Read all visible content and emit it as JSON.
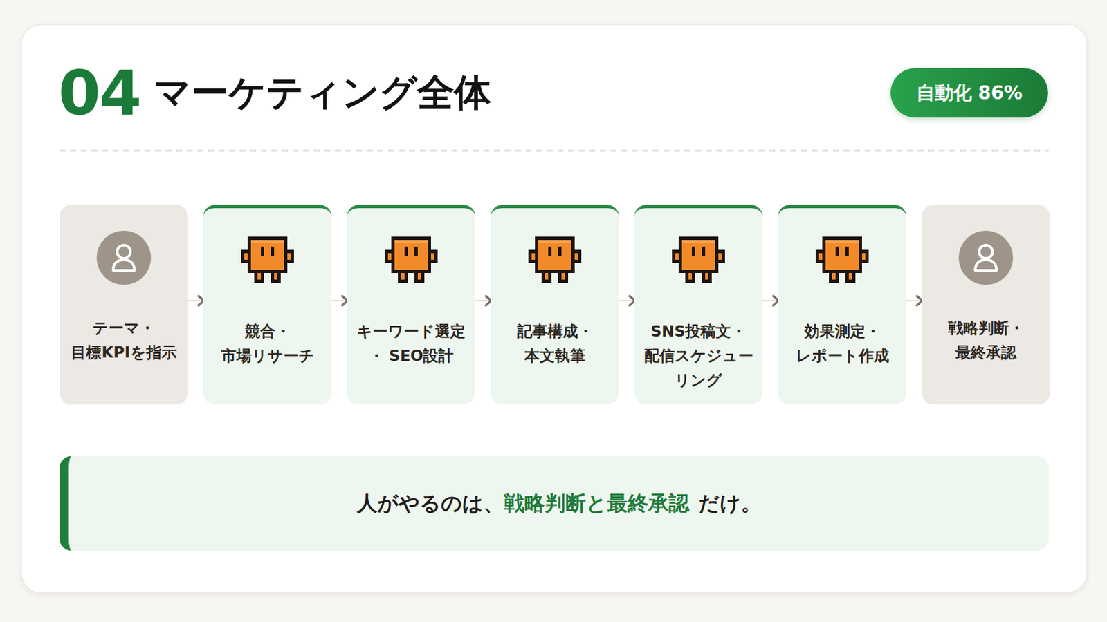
{
  "diagram": {
    "title": "マーケティング全体",
    "nodes": [
      {
        "text": [
          "自動化 86%"
        ]
      },
      {
        "text": [
          "テーマ・ 目標KPIを指示"
        ]
      },
      {
        "text": [
          "競合・ 市場リサーチ"
        ]
      },
      {
        "text": [
          "キーワード選定・ SEO設計"
        ]
      },
      {
        "text": [
          "記事構成・ 本文執筆"
        ]
      },
      {
        "text": [
          "SNS投稿文・ 配信スケジューリング"
        ]
      },
      {
        "text": [
          "効果測定・ レポート作成"
        ]
      },
      {
        "text": [
          "戦略判断・ 最終承認"
        ]
      },
      {
        "text": [
          "人がやるのは、",
          "戦略判断と最終承認",
          "だけ。"
        ]
      }
    ],
    "edges": [
      {
        "from": 1,
        "to": 2,
        "arrow": "to"
      },
      {
        "from": 2,
        "to": 3,
        "arrow": "to"
      },
      {
        "from": 3,
        "to": 4,
        "arrow": "to"
      },
      {
        "from": 4,
        "to": 5,
        "arrow": "to"
      },
      {
        "from": 5,
        "to": 6,
        "arrow": "to"
      },
      {
        "from": 6,
        "to": 7,
        "arrow": "to"
      }
    ],
    "labels": [
      "04"
    ]
  }
}
